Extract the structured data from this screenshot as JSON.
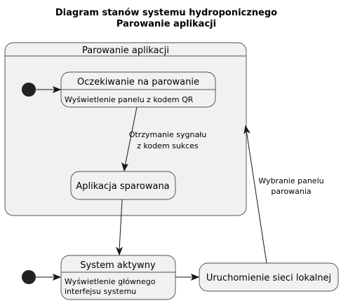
{
  "title": {
    "line1": "Diagram stanów systemu hydroponicznego",
    "line2": "Parowanie aplikacji"
  },
  "composite_state": {
    "name": "Parowanie aplikacji"
  },
  "states": {
    "awaiting": {
      "name": "Oczekiwanie na parowanie",
      "description": "Wyświetlenie panelu z kodem QR"
    },
    "paired": {
      "name": "Aplikacja sparowana"
    },
    "active": {
      "name": "System aktywny",
      "description_line1": "Wyświetlenie głównego",
      "description_line2": "interfejsu systemu"
    },
    "network": {
      "name": "Uruchomienie sieci lokalnej"
    }
  },
  "transitions": {
    "awaiting_to_paired": {
      "label_line1": "Otrzymanie sygnału",
      "label_line2": "z kodem sukces"
    },
    "network_to_pairing": {
      "label_line1": "Wybranie panelu",
      "label_line2": "parowania"
    }
  },
  "colors": {
    "state_fill": "#F1F1F1",
    "stroke": "#181818",
    "initial_node": "#222222",
    "background": "#FFFFFF"
  }
}
